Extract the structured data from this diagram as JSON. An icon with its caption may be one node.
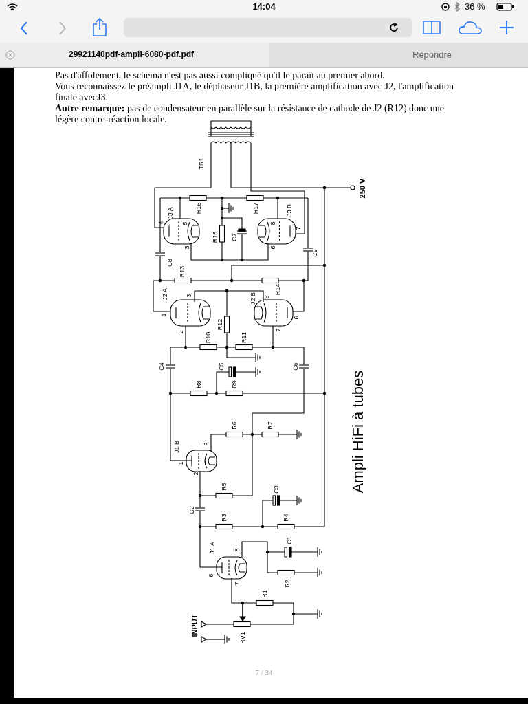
{
  "diagram": {
    "title": "Ampli HiFi à tubes",
    "labels": [
      "14:04",
      "36 %",
      "29921140pdf-ampli-6080-pdf.pdf",
      "Répondre",
      "Pas d'affolement, le schéma n'est pas aussi compliqué qu'il le paraît au premier abord.",
      "Vous reconnaissez le préampli J1A, le déphaseur J1B, la première amplification avec J2, l'amplification finale avecJ3.",
      "**Autre remarque:** pas de condensateur en parallèle sur la résistance de cathode de J2 (R12) donc une légère contre-réaction locale.",
      "TR1",
      "250 V",
      "J3 A",
      "R16",
      "R17",
      "J3 B",
      "5",
      "8",
      "4",
      "7",
      "R15",
      "C7",
      "3",
      "6",
      "C8",
      "C9",
      "R13",
      "J2 A",
      "3",
      "J2 B",
      "8",
      "R14",
      "1",
      "R12",
      "6",
      "2",
      "7",
      "R10",
      "R11",
      "C4",
      "C5",
      "C6",
      "R8",
      "R9",
      "R6",
      "R7",
      "J1 B",
      "3",
      "1",
      "2",
      "R5",
      "C3",
      "C2",
      "R3",
      "R4",
      "J1 A",
      "8",
      "6",
      "C1",
      "7",
      "R2",
      "R1",
      "INPUT",
      "RV1",
      "7 / 34"
    ]
  }
}
